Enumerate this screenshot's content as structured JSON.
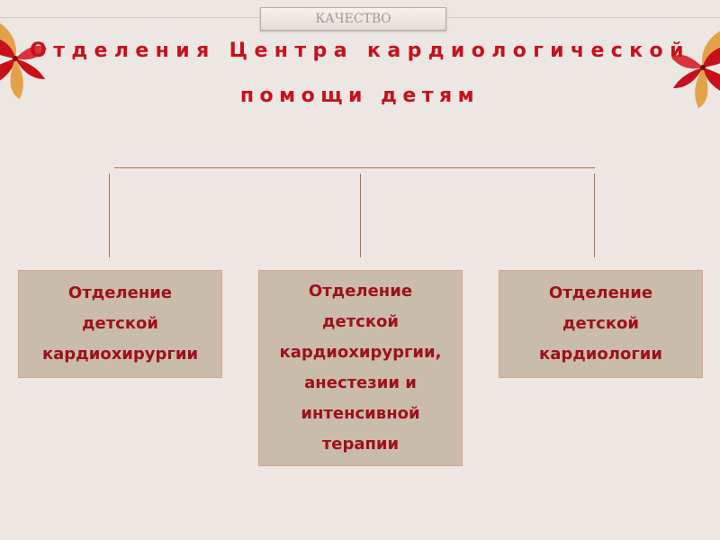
{
  "header": {
    "tag_label": "КАЧЕСТВО",
    "title_line1": "Отделения Центра кардиологической",
    "title_line2": "помощи детям"
  },
  "org_chart": {
    "departments": [
      {
        "label": "Отделение\nдетской\nкардиохирургии"
      },
      {
        "label": "Отделение\nдетской\nкардиохирургии,\nанестезии и\nинтенсивной\nтерапии"
      },
      {
        "label": "Отделение\nдетской\nкардиологии"
      }
    ]
  },
  "colors": {
    "title_red": "#c8101b",
    "box_fill": "#c9bcab",
    "connector": "#b76a4e"
  },
  "icons": [
    "red-leaf-ornament-icon"
  ]
}
